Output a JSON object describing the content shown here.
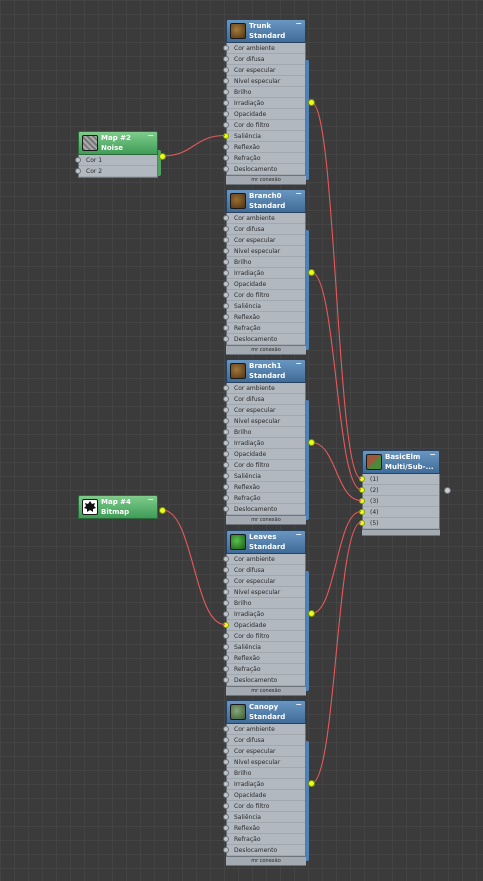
{
  "materials": [
    {
      "id": "trunk",
      "name": "Trunk",
      "type": "Standard",
      "active_slot": "Saliência"
    },
    {
      "id": "branch0",
      "name": "Branch0",
      "type": "Standard",
      "active_slot": ""
    },
    {
      "id": "branch1",
      "name": "Branch1",
      "type": "Standard",
      "active_slot": ""
    },
    {
      "id": "leaves",
      "name": "Leaves",
      "type": "Standard",
      "active_slot": "Opacidade"
    },
    {
      "id": "canopy",
      "name": "Canopy",
      "type": "Standard",
      "active_slot": ""
    }
  ],
  "material_slots": [
    "Cor ambiente",
    "Cor difusa",
    "Cor especular",
    "Nível especular",
    "Brilho",
    "Irradiação",
    "Opacidade",
    "Cor do filtro",
    "Saliência",
    "Reflexão",
    "Refração",
    "Deslocamento"
  ],
  "footer_label": "mr conexão",
  "minimize_glyph": "−",
  "maps": [
    {
      "id": "noise",
      "name": "Map #2",
      "type": "Noise",
      "slots": [
        "Cor 1",
        "Cor 2"
      ]
    },
    {
      "id": "bitmap",
      "name": "Map #4",
      "type": "Bitmap",
      "slots": []
    }
  ],
  "multi": {
    "name": "BasicElm",
    "type": "Multi/Sub-...",
    "slots": [
      "(1)",
      "(2)",
      "(3)",
      "(4)",
      "(5)"
    ]
  },
  "colors": {
    "background": "#3b3b3b",
    "material_header": "#4f7eae",
    "map_header": "#55b06a",
    "wire": "#e8585a",
    "active_socket": "#e6ff1f"
  },
  "icons": {
    "noise": "noise-thumbnail",
    "bitmap": "leaf-bitmap-thumbnail",
    "material": "sphere-thumbnail"
  }
}
